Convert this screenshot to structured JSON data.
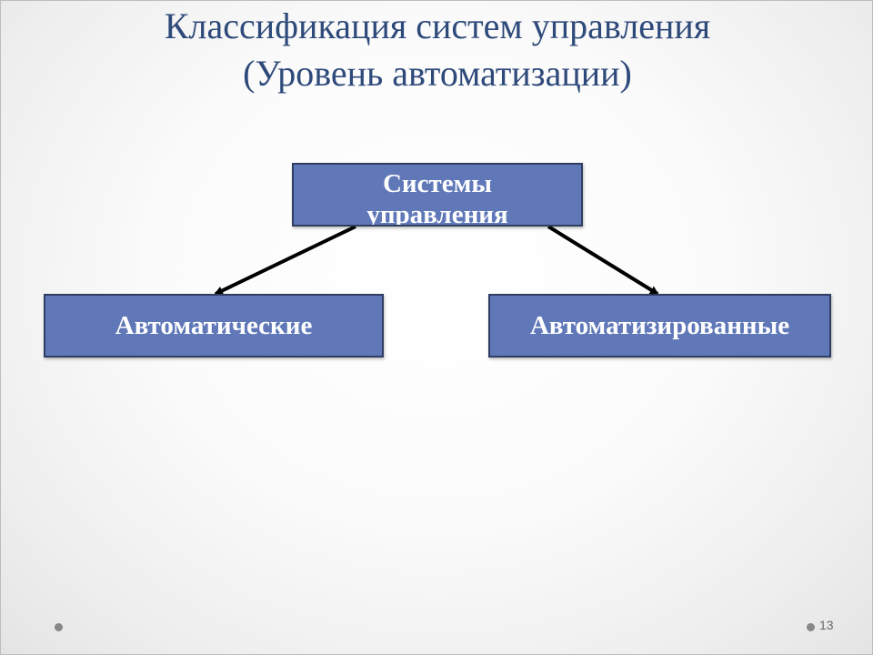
{
  "slide": {
    "title_line1": "Классификация систем управления",
    "title_line2": "(Уровень автоматизации)",
    "page_number": "13"
  },
  "diagram": {
    "root": {
      "label_line1": "Системы",
      "label_line2": "управления"
    },
    "children": [
      {
        "label": "Автоматические"
      },
      {
        "label": "Автоматизированные"
      }
    ]
  },
  "colors": {
    "title": "#2e4a7a",
    "box_fill": "#6078b8",
    "box_border": "#2f3d63",
    "box_text": "#ffffff",
    "arrow": "#000000"
  }
}
